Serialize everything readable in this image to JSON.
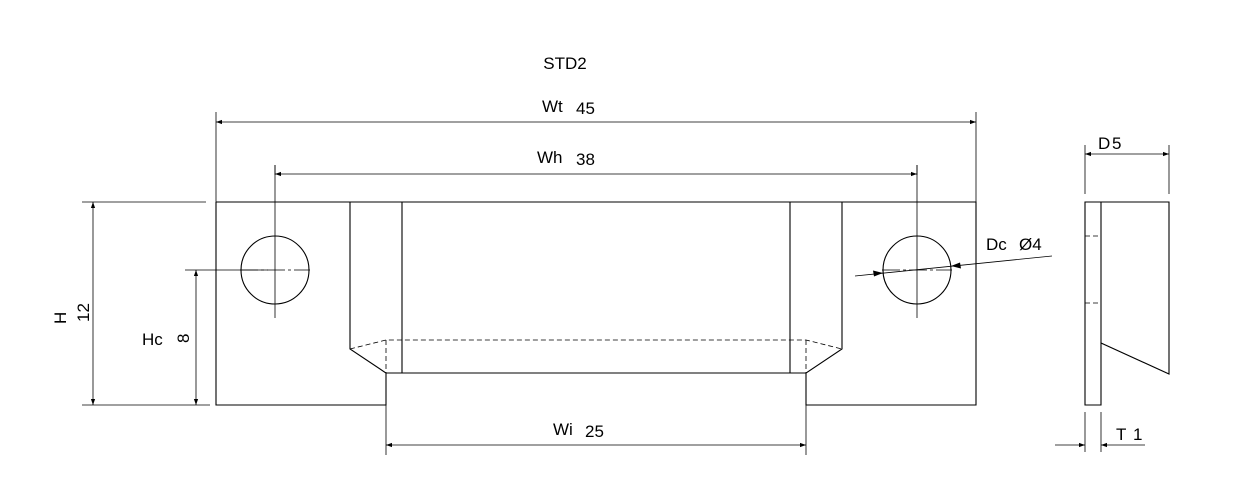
{
  "title": "STD2",
  "dimensions": {
    "wt": {
      "label": "Wt",
      "value": "45"
    },
    "wh": {
      "label": "Wh",
      "value": "38"
    },
    "wi": {
      "label": "Wi",
      "value": "25"
    },
    "h": {
      "label": "H",
      "value": "12"
    },
    "hc": {
      "label": "Hc",
      "value": "8"
    },
    "dc": {
      "label": "Dc",
      "value": "Ø4"
    },
    "d": {
      "label": "D",
      "value": "5"
    },
    "t": {
      "label": "T",
      "value": "1"
    }
  }
}
